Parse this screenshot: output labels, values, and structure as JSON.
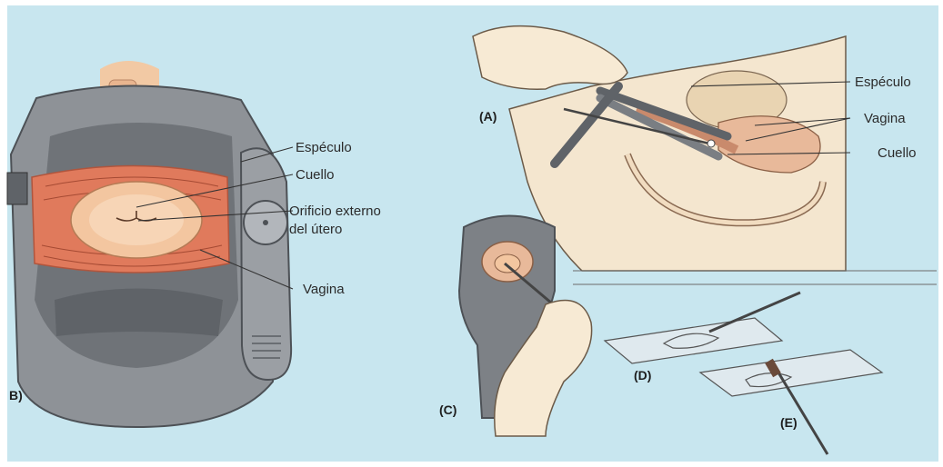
{
  "labels_b": {
    "panel_tag": "B)",
    "especulo": "Espéculo",
    "cuello": "Cuello",
    "orificio_line1": "Orificio externo",
    "orificio_line2": "del útero",
    "vagina": "Vagina"
  },
  "labels_a": {
    "panel_tag": "(A)",
    "especulo": "Espéculo",
    "vagina": "Vagina",
    "cuello": "Cuello"
  },
  "labels_other": {
    "c": "(C)",
    "d": "(D)",
    "e": "(E)"
  },
  "colors": {
    "background": "#c8e6ef",
    "speculum_gray": "#8e9297",
    "speculum_dark": "#5f6368",
    "tissue_salmon": "#e07a5c",
    "cervix_peach": "#f3c6a0",
    "skin": "#f4e6cf",
    "slide": "#dfe9ee"
  }
}
